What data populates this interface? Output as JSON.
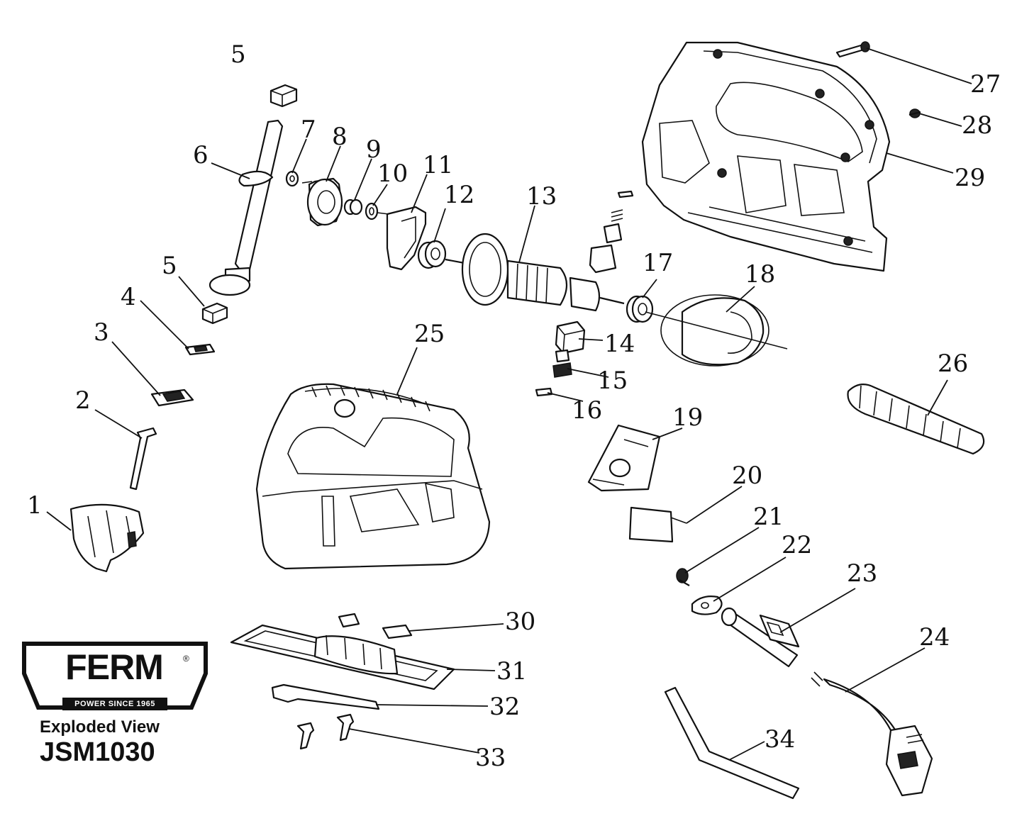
{
  "brand": {
    "name": "FERM",
    "registered_mark": "®",
    "tagline": "POWER SINCE 1965"
  },
  "diagram_title": "Exploded View",
  "model": "JSM1030",
  "part_numbers": {
    "p1": "1",
    "p2": "2",
    "p3": "3",
    "p4": "4",
    "p5a": "5",
    "p5b": "5",
    "p6": "6",
    "p7": "7",
    "p8": "8",
    "p9": "9",
    "p10": "10",
    "p11": "11",
    "p12": "12",
    "p13": "13",
    "p14": "14",
    "p15": "15",
    "p16": "16",
    "p17": "17",
    "p18": "18",
    "p19": "19",
    "p20": "20",
    "p21": "21",
    "p22": "22",
    "p23": "23",
    "p24": "24",
    "p25": "25",
    "p26": "26",
    "p27": "27",
    "p28": "28",
    "p29": "29",
    "p30": "30",
    "p31": "31",
    "p32": "32",
    "p33": "33",
    "p34": "34"
  }
}
